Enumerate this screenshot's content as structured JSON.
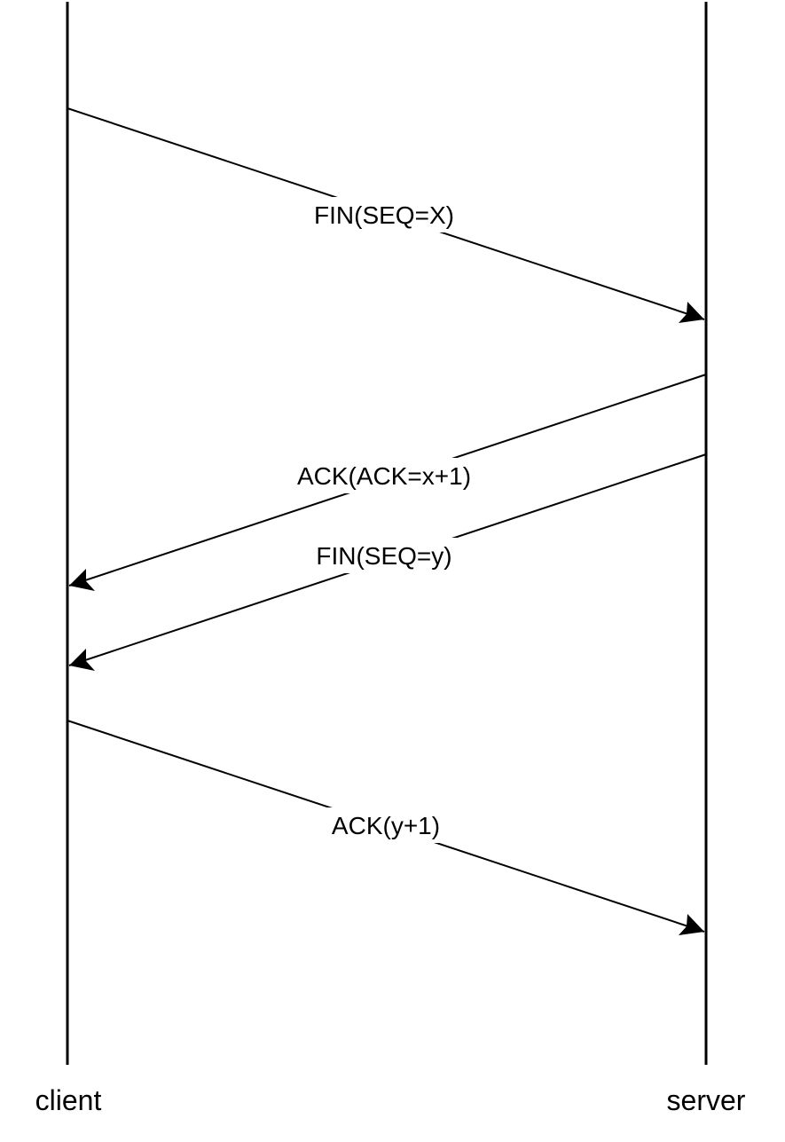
{
  "diagram": {
    "type": "sequence",
    "title": "",
    "colors": {
      "line": "#000000",
      "background": "#ffffff"
    },
    "participants": [
      {
        "id": "client",
        "label": "client"
      },
      {
        "id": "server",
        "label": "server"
      }
    ],
    "messages": [
      {
        "id": "fin-x",
        "from": "client",
        "to": "server",
        "label": "FIN(SEQ=X)"
      },
      {
        "id": "ack-x1",
        "from": "server",
        "to": "client",
        "label": "ACK(ACK=x+1)"
      },
      {
        "id": "fin-y",
        "from": "server",
        "to": "client",
        "label": "FIN(SEQ=y)"
      },
      {
        "id": "ack-y1",
        "from": "client",
        "to": "server",
        "label": "ACK(y+1)"
      }
    ]
  }
}
